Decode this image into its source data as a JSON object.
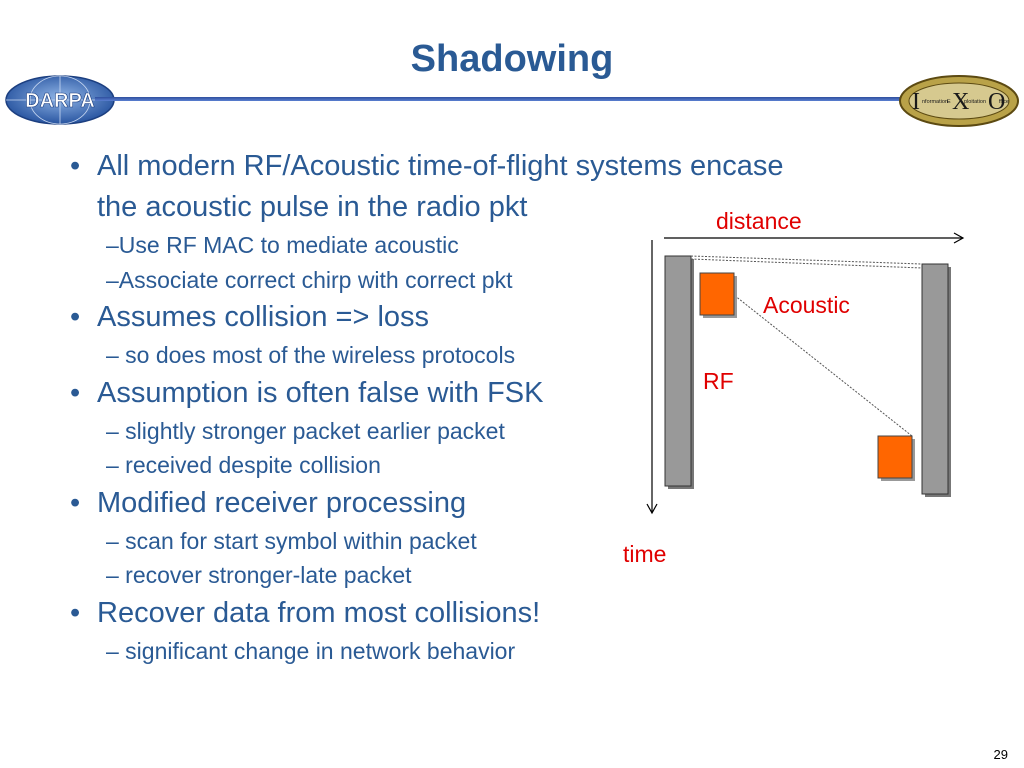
{
  "slide": {
    "title": "Shadowing",
    "page_number": "29",
    "logos": {
      "darpa": "DARPA",
      "iexo": {
        "letters": [
          "I",
          "X",
          "O"
        ],
        "words": [
          "nformation",
          "E",
          "ploitation",
          "ffice"
        ]
      }
    },
    "bullets": [
      {
        "line1": "All modern RF/Acoustic time-of-flight systems encase",
        "line2": "the acoustic pulse in the radio pkt",
        "subs": [
          "–Use RF MAC to mediate acoustic",
          "–Associate correct chirp with correct pkt"
        ]
      },
      {
        "line1": "Assumes collision => loss",
        "subs": [
          "– so does most of the wireless protocols"
        ]
      },
      {
        "line1": "Assumption is often false with FSK",
        "subs": [
          "– slightly stronger packet earlier packet",
          "– received despite collision"
        ]
      },
      {
        "line1": "Modified receiver processing",
        "subs": [
          "– scan for start symbol within packet",
          "– recover stronger-late packet"
        ]
      },
      {
        "line1": "Recover data from most collisions!",
        "subs": [
          "– significant change in network behavior"
        ]
      }
    ],
    "diagram": {
      "distance_label": "distance",
      "time_label": "time",
      "acoustic_label": "Acoustic",
      "rf_label": "RF",
      "label_color": "#e00000",
      "packet_color": "#ff6600",
      "bar_color": "#999999"
    }
  }
}
